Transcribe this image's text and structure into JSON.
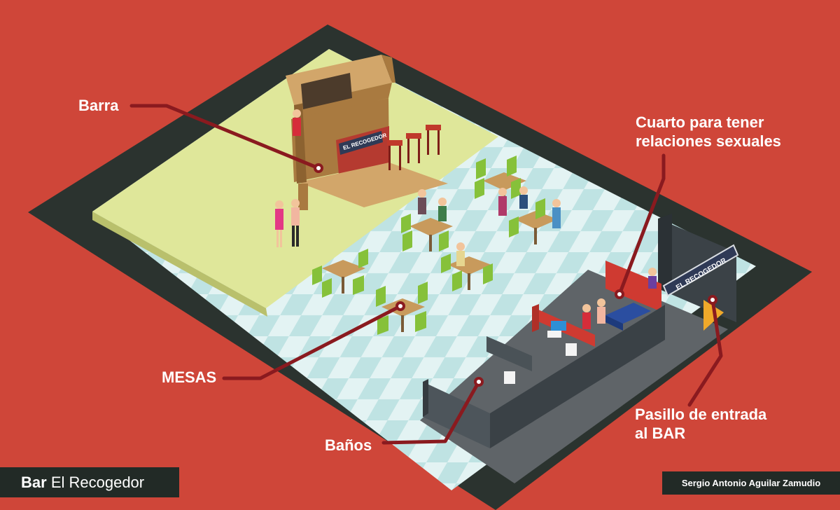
{
  "labels": {
    "barra": "Barra",
    "cuarto_line1": "Cuarto para tener",
    "cuarto_line2": "relaciones sexuales",
    "mesas": "MESAS",
    "pasillo_line1": "Pasillo de entrada",
    "pasillo_line2": "al BAR",
    "banos": "Baños"
  },
  "signs": {
    "bar_sign": "EL RECOGEDOR",
    "entrance_sign": "EL RECOGEDOR"
  },
  "title": {
    "bold": "Bar",
    "normal": "El Recogedor"
  },
  "credit": "Sergio Antonio Aguilar Zamudio",
  "colors": {
    "background": "#cf4639",
    "frame": "#2b332f",
    "bar_floor": "#dfe79a",
    "tiles_light": "#e3f3f3",
    "tiles_dark": "#bfe3e3",
    "leader_line": "#8a1a1f",
    "chairs": "#86c13a",
    "wood": "#c89a5c"
  }
}
